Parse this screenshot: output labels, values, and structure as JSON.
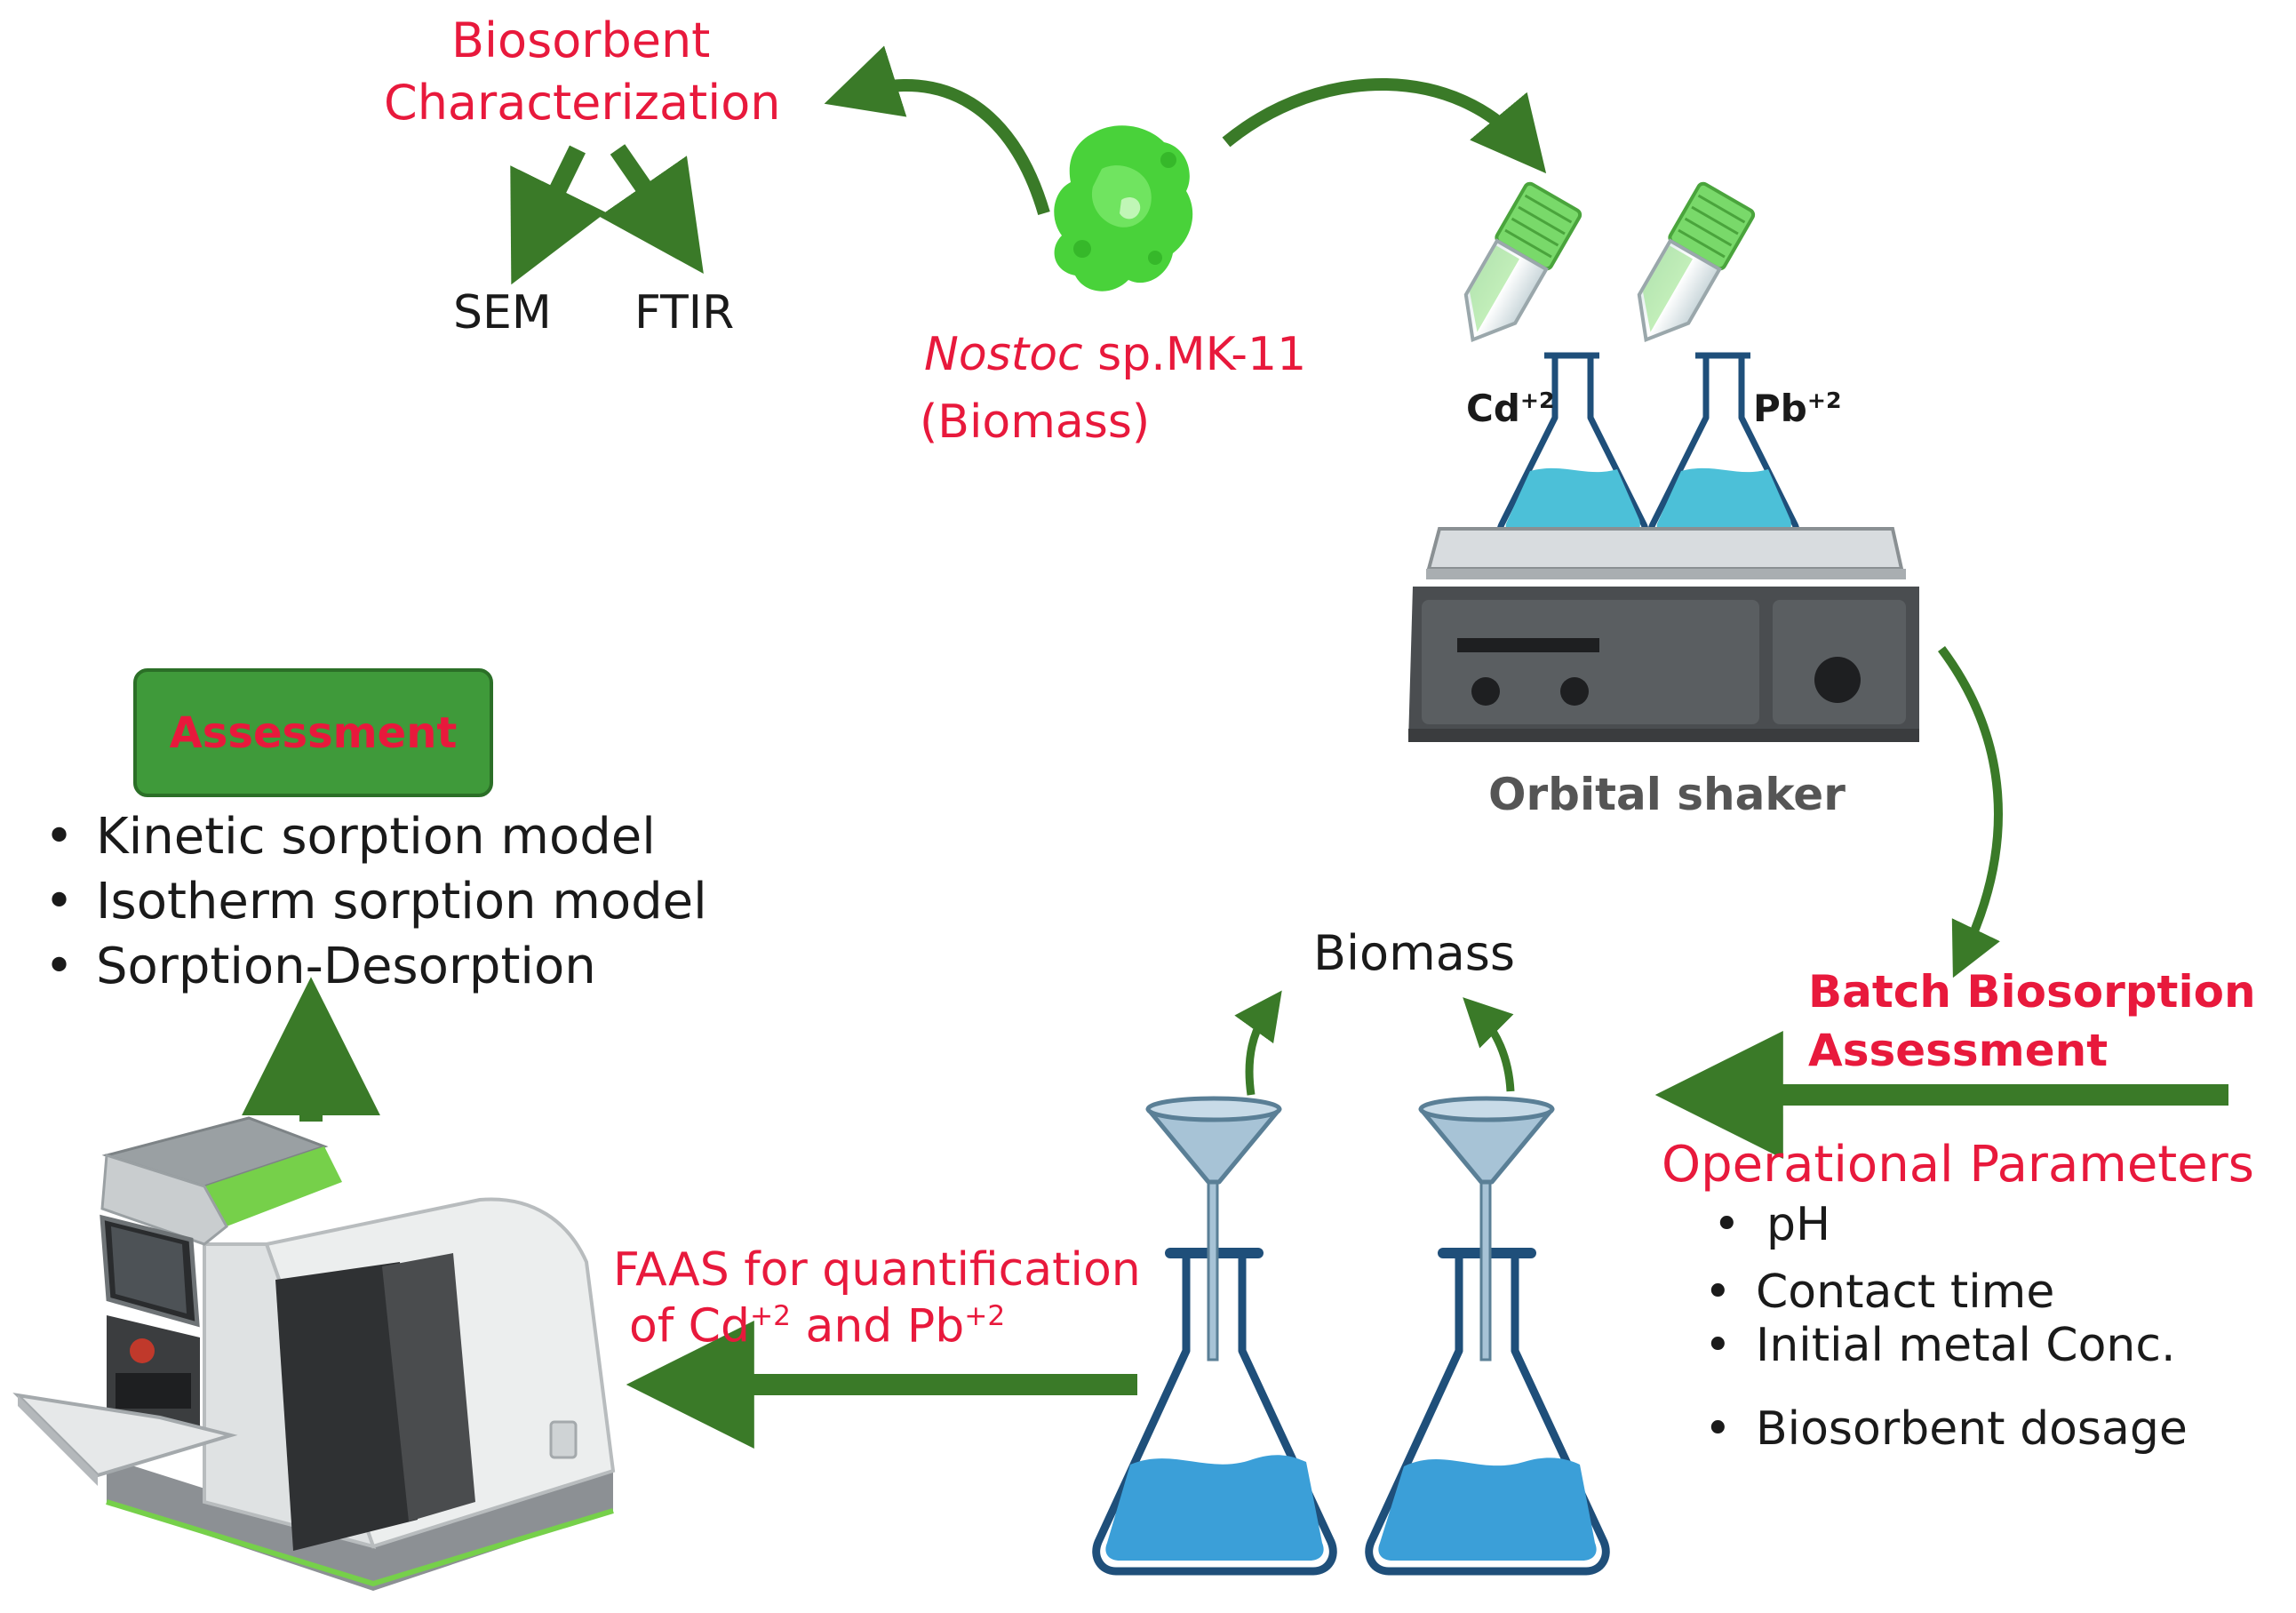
{
  "characterization": {
    "title_line1": "Biosorbent",
    "title_line2": "Characterization",
    "methods": [
      "SEM",
      "FTIR"
    ]
  },
  "biomass_source": {
    "italic": "Nostoc",
    "rest": " sp.MK-11",
    "line2": "(Biomass)"
  },
  "metals": {
    "cd": "Cd",
    "cd_charge": "+2",
    "pb": "Pb",
    "pb_charge": "+2"
  },
  "shaker": {
    "label": "Orbital shaker"
  },
  "assessment": {
    "title": "Assessment",
    "items": [
      "Kinetic  sorption model",
      "Isotherm sorption model",
      "Sorption-Desorption"
    ]
  },
  "filtration": {
    "label": "Biomass"
  },
  "batch": {
    "title_line1": "Batch Biosorption",
    "title_line2": "Assessment"
  },
  "operational": {
    "title": "Operational Parameters",
    "items": [
      "pH",
      "Contact time",
      "Initial metal Conc.",
      "Biosorbent dosage"
    ]
  },
  "faas": {
    "line1": "FAAS for quantification",
    "line2_a": "of Cd",
    "line2_sup1": "+2",
    "line2_b": " and Pb",
    "line2_sup2": "+2"
  },
  "colors": {
    "arrow_green": "#3a7a28",
    "accent_red": "#e8193c",
    "liquid_blue": "#3b9fd8",
    "flask_outline": "#1f4f7a",
    "biomass_green": "#49d23a"
  }
}
